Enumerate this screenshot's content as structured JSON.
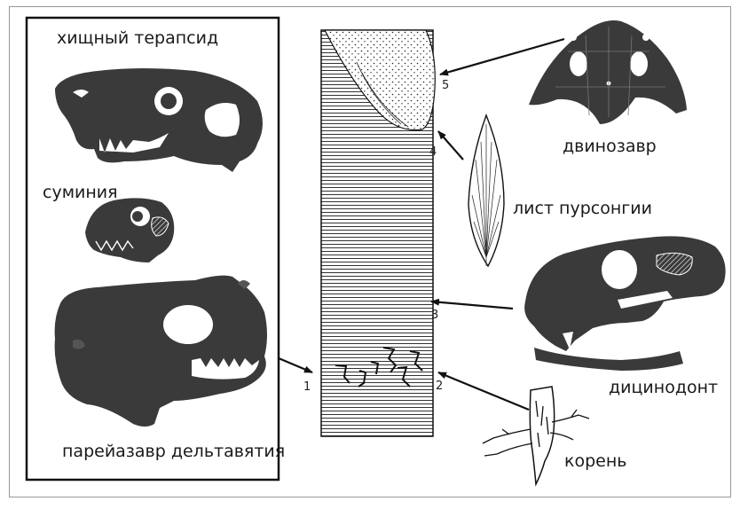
{
  "panel_labels": {
    "predatory_therapsid": "хищный терапсид",
    "suminia": "суминия",
    "pareiasaur": "парейазавр дельтавятия"
  },
  "right_labels": {
    "dvinosaur": "двинозавр",
    "pursongia_leaf": "лист пурсонгии",
    "dicynodont": "дицинодонт",
    "root": "корень"
  },
  "layer_markers": [
    "1",
    "2",
    "3",
    "4",
    "5"
  ],
  "colors": {
    "silhouette": "#3a3a3a",
    "ink": "#1a1a1a",
    "background": "#ffffff"
  }
}
